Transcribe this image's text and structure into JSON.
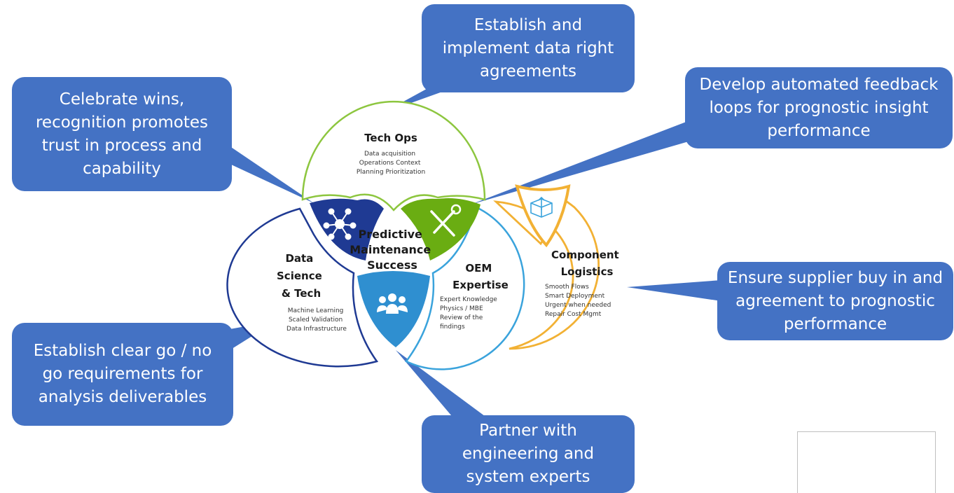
{
  "center": {
    "line1": "Predictive",
    "line2": "Maintenance",
    "line3": "Success"
  },
  "tech_ops": {
    "title": "Tech Ops",
    "items": [
      "Data acquisition",
      "Operations Context",
      "Planning Prioritization"
    ]
  },
  "data_science": {
    "title_lines": [
      "Data",
      "Science",
      "& Tech"
    ],
    "items": [
      "Machine Learning",
      "Scaled Validation",
      "Data Infrastructure"
    ]
  },
  "oem": {
    "title_lines": [
      "OEM",
      "Expertise"
    ],
    "items": [
      "Expert Knowledge",
      "Physics / MBE",
      "Review of the",
      "findings"
    ]
  },
  "component": {
    "title_lines": [
      "Component",
      "Logistics"
    ],
    "items": [
      "Smooth Flows",
      "Smart Deployment",
      "Urgent when needed",
      "Repair Cost Mgmt"
    ]
  },
  "callouts": {
    "top": [
      "Establish and",
      "implement data right",
      "agreements"
    ],
    "celebrate": [
      "Celebrate wins,",
      "recognition promotes",
      "trust in process and",
      "capability"
    ],
    "feedback": [
      "Develop automated feedback",
      "loops for prognostic insight",
      "performance"
    ],
    "supplier": [
      "Ensure supplier buy in and",
      "agreement to prognostic",
      "performance"
    ],
    "gonogo": [
      "Establish clear go / no",
      "go requirements for",
      "analysis deliverables"
    ],
    "partner": [
      "Partner with",
      "engineering and",
      "system experts"
    ]
  },
  "colors": {
    "callout": "#4472c4",
    "tech_ops": "#8dc63f",
    "data_science": "#1f3a93",
    "oem": "#3aa3dc",
    "component": "#f2b134",
    "hub_navy": "#1f3a93",
    "hub_green": "#6aad12",
    "hub_blue": "#2f8fd0"
  }
}
